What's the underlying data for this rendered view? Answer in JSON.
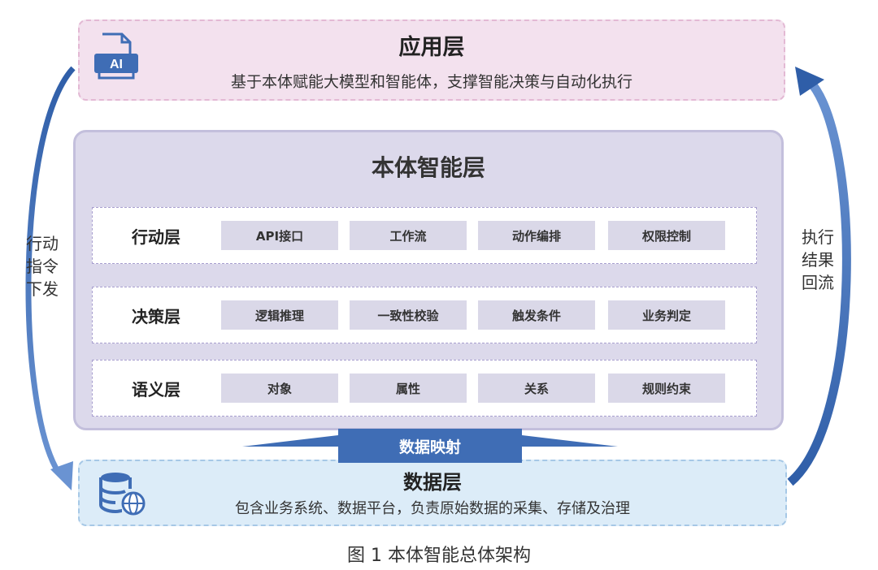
{
  "application_layer": {
    "title": "应用层",
    "description": "基于本体赋能大模型和智能体，支撑智能决策与自动化执行",
    "icon": "ai-document-icon",
    "icon_text": "AI"
  },
  "ontology_layer": {
    "title": "本体智能层",
    "sublayers": [
      {
        "title": "行动层",
        "items": [
          "API接口",
          "工作流",
          "动作编排",
          "权限控制"
        ]
      },
      {
        "title": "决策层",
        "items": [
          "逻辑推理",
          "一致性校验",
          "触发条件",
          "业务判定"
        ]
      },
      {
        "title": "语义层",
        "items": [
          "对象",
          "属性",
          "关系",
          "规则约束"
        ]
      }
    ]
  },
  "mapping_arrow": {
    "label": "数据映射"
  },
  "data_layer": {
    "title": "数据层",
    "description": "包含业务系统、数据平台，负责原始数据的采集、存储及治理",
    "icon": "database-globe-icon"
  },
  "left_flow": {
    "label_lines": [
      "行动",
      "指令",
      "下发"
    ]
  },
  "right_flow": {
    "label_lines": [
      "执行",
      "结果",
      "回流"
    ]
  },
  "caption": "图 1 本体智能总体架构",
  "colors": {
    "app_bg": "#f3e1ee",
    "onto_bg": "#dcd9eb",
    "data_bg": "#dcecf8",
    "arrow_blue": "#3f6db5",
    "chip_bg": "#dad8e8"
  }
}
